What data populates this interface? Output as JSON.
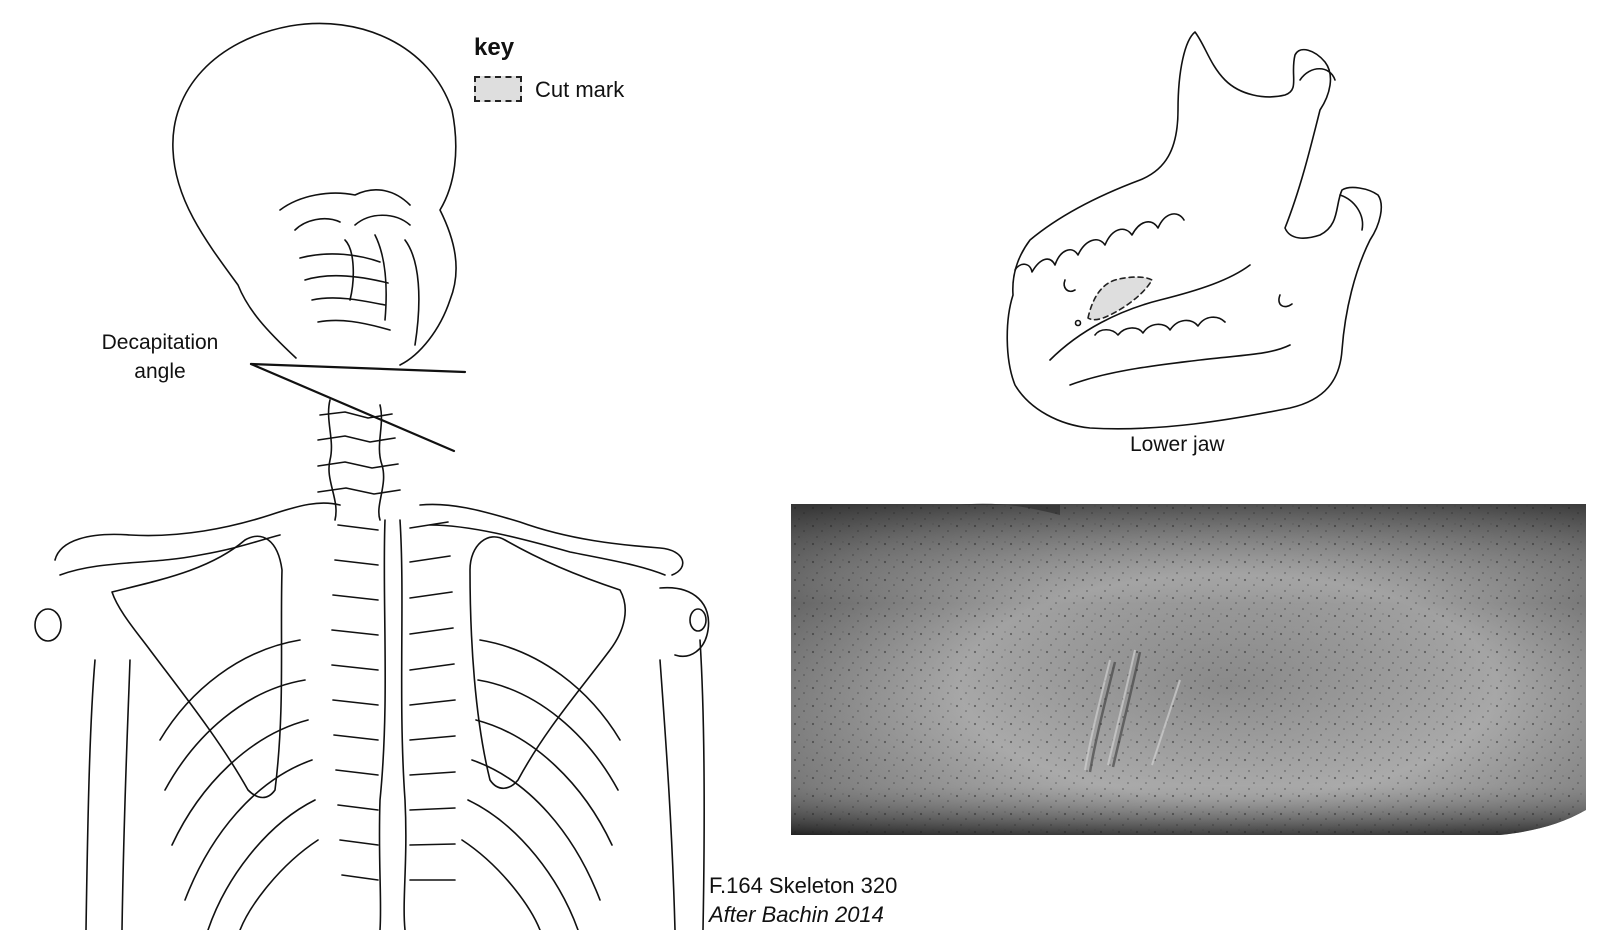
{
  "key": {
    "title": "key",
    "cut_mark_label": "Cut mark",
    "cut_mark_fill": "#dedede"
  },
  "skeleton": {
    "decapitation_label_line1": "Decapitation",
    "decapitation_label_line2": "angle"
  },
  "jaw": {
    "label": "Lower jaw"
  },
  "caption": {
    "line1": "F.164 Skeleton 320",
    "line2": "After Bachin 2014"
  }
}
